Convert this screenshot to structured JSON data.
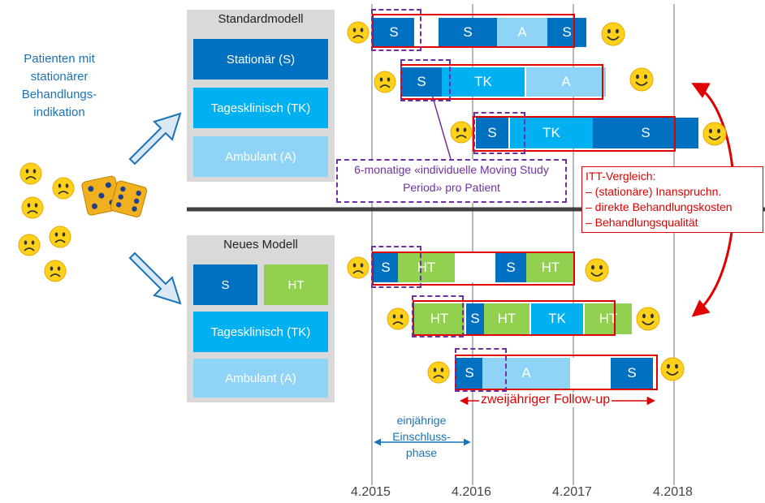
{
  "patients_label": "Patienten mit stationärer Behandlungs-indikation",
  "standard_model": {
    "title": "Standardmodell",
    "items": [
      "Stationär (S)",
      "Tagesklinisch (TK)",
      "Ambulant (A)"
    ]
  },
  "new_model": {
    "title": "Neues Modell",
    "items": [
      "S",
      "HT",
      "Tagesklinisch (TK)",
      "Ambulant (A)"
    ]
  },
  "moving_period": "6-monatige «individuelle Moving Study Period» pro Patient",
  "itt": {
    "title": "ITT-Vergleich:",
    "items": [
      "– (stationäre) Inanspruchn.",
      "– direkte Behandlungskosten",
      "– Behandlungsqualität"
    ]
  },
  "followup": "zweijähriger Follow-up",
  "einschluss": "einjährige Einschluss-phase",
  "dates": [
    "4.2015",
    "4.2016",
    "4.2017",
    "4.2018"
  ],
  "colors": {
    "S": "#0070c0",
    "TK": "#00b0f0",
    "A": "#8fd3f7",
    "HT": "#92d050",
    "frame_red": "#e00000",
    "moving_purple": "#7030a0"
  },
  "timelines": [
    {
      "segments": [
        {
          "type": "S",
          "label": "S"
        },
        {
          "type": "gap",
          "label": ""
        },
        {
          "type": "S",
          "label": "S"
        },
        {
          "type": "A",
          "label": "A"
        },
        {
          "type": "S",
          "label": "S"
        }
      ]
    },
    {
      "segments": [
        {
          "type": "S",
          "label": "S"
        },
        {
          "type": "TK",
          "label": "TK"
        },
        {
          "type": "A",
          "label": "A"
        }
      ]
    },
    {
      "segments": [
        {
          "type": "S",
          "label": "S"
        },
        {
          "type": "TK",
          "label": "TK"
        },
        {
          "type": "S",
          "label": "S"
        }
      ]
    },
    {
      "segments": [
        {
          "type": "S",
          "label": "S"
        },
        {
          "type": "HT",
          "label": "HT"
        },
        {
          "type": "gap",
          "label": ""
        },
        {
          "type": "S",
          "label": "S"
        },
        {
          "type": "HT",
          "label": "HT"
        }
      ]
    },
    {
      "segments": [
        {
          "type": "HT",
          "label": "HT"
        },
        {
          "type": "S",
          "label": "S"
        },
        {
          "type": "HT",
          "label": "HT"
        },
        {
          "type": "TK",
          "label": "TK"
        },
        {
          "type": "HT",
          "label": "HT"
        }
      ]
    },
    {
      "segments": [
        {
          "type": "S",
          "label": "S"
        },
        {
          "type": "A",
          "label": "A"
        },
        {
          "type": "gap",
          "label": ""
        },
        {
          "type": "S",
          "label": "S"
        }
      ]
    }
  ]
}
